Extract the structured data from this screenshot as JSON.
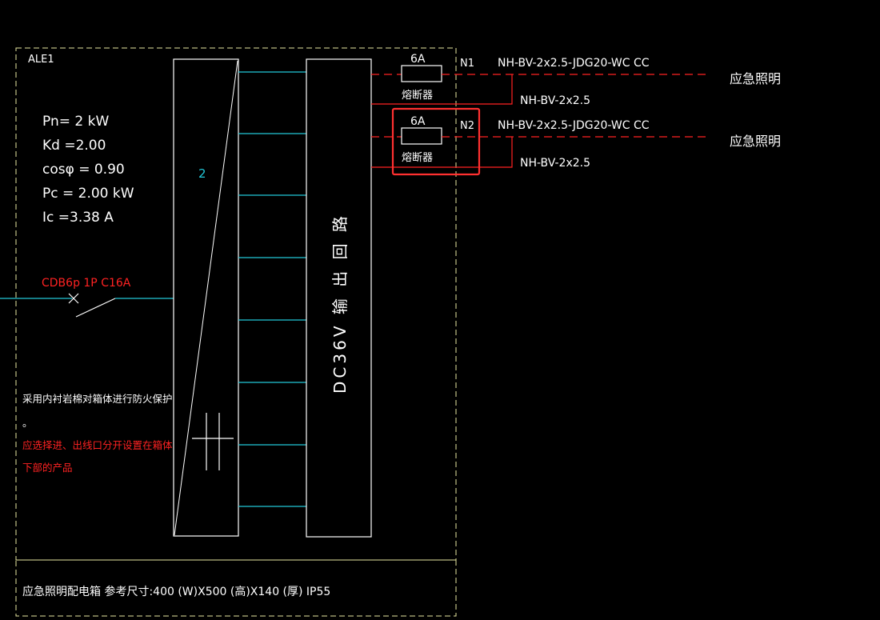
{
  "panel": {
    "name": "ALE1",
    "params": [
      "Pn= 2  kW",
      "Kd  =2.00",
      "cosφ  =  0.90",
      "Pc  =  2.00  kW",
      "Ic  =3.38  A"
    ],
    "breaker_label": "CDB6p 1P C16A",
    "busbar_label": "2",
    "device_label": "DC36V  输 出 回 路",
    "note_white_1": "采用内衬岩棉对箱体进行防火保护",
    "note_white_2": "。",
    "note_red_1": "应选择进、出线口分开设置在箱体",
    "note_red_2": "下部的产品",
    "footer": "应急照明配电箱 参考尺寸:400  (W)X500  (高)X140  (厚)     IP55"
  },
  "circuits": [
    {
      "id": "N1",
      "fuse_rating": "6A",
      "fuse_label": "熔断器",
      "cable_spec": "NH-BV-2x2.5-JDG20-WC CC",
      "return_spec": "NH-BV-2x2.5",
      "load": "应急照明"
    },
    {
      "id": "N2",
      "fuse_rating": "6A",
      "fuse_label": "熔断器",
      "cable_spec": "NH-BV-2x2.5-JDG20-WC CC",
      "return_spec": "NH-BV-2x2.5",
      "load": "应急照明"
    }
  ],
  "colors": {
    "background": "#000000",
    "frame": "#e8e8a0",
    "wire": "#22c8d8",
    "circuit": "#ff2222",
    "highlight": "#ff3030",
    "text": "#ffffff"
  }
}
